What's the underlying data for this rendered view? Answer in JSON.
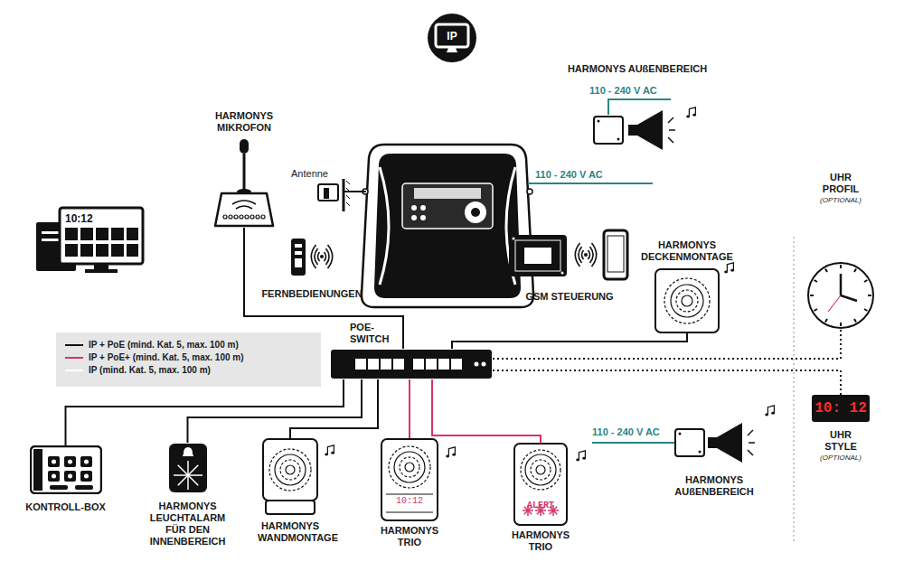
{
  "diagram": {
    "nodes": [
      {
        "text": [
          "HARMONYS MIKROFON"
        ]
      },
      {
        "text": [
          "POE- SWITCH"
        ]
      },
      {
        "text": [
          "HARMONYS DECKENMONTAGE"
        ]
      },
      {
        "text": [
          "HARMONYS AUßENBEREICH"
        ]
      },
      {
        "text": [
          "FERNBEDIENUNGEN"
        ]
      },
      {
        "text": [
          "GSM STEUERUNG"
        ]
      },
      {
        "text": [
          "UHR PROFIL",
          "(OPTIONAL)"
        ]
      },
      {
        "text": [
          "UHR STYLE",
          "(OPTIONAL)"
        ]
      },
      {
        "text": [
          "KONTROLL-BOX"
        ]
      },
      {
        "text": [
          "HARMONYS LEUCHTALARM FÜR DEN INNENBEREICH"
        ]
      },
      {
        "text": [
          "HARMONYS WANDMONTAGE"
        ]
      },
      {
        "text": [
          "HARMONYS TRIO"
        ]
      },
      {
        "text": [
          "HARMONYS TRIO"
        ]
      },
      {
        "text": [
          "HARMONYS AUßENBEREICH"
        ]
      }
    ],
    "edges": [
      {
        "from": 0,
        "to": 1,
        "arrow": "none"
      },
      {
        "from": 1,
        "to": 2,
        "arrow": "none"
      },
      {
        "from": 1,
        "to": 6,
        "arrow": "none"
      },
      {
        "from": 1,
        "to": 7,
        "arrow": "none"
      },
      {
        "from": 1,
        "to": 8,
        "arrow": "none"
      },
      {
        "from": 1,
        "to": 9,
        "arrow": "none"
      },
      {
        "from": 1,
        "to": 10,
        "arrow": "none"
      },
      {
        "from": 1,
        "to": 11,
        "arrow": "none"
      },
      {
        "from": 1,
        "to": 12,
        "arrow": "none"
      }
    ],
    "labels": [
      "IP",
      "110 - 240 V AC",
      "Antenne",
      "110 - 240 V AC",
      "10:12",
      "10:12",
      "ALERT",
      "10: 12",
      "110 - 240 V AC"
    ],
    "legend": [
      {
        "text": "IP + PoE (mind. Kat. 5, max. 100 m)"
      },
      {
        "text": "IP + PoE+ (mind. Kat. 5, max. 100 m)"
      },
      {
        "text": "IP (mind. Kat. 5, max. 100 m)"
      }
    ]
  }
}
